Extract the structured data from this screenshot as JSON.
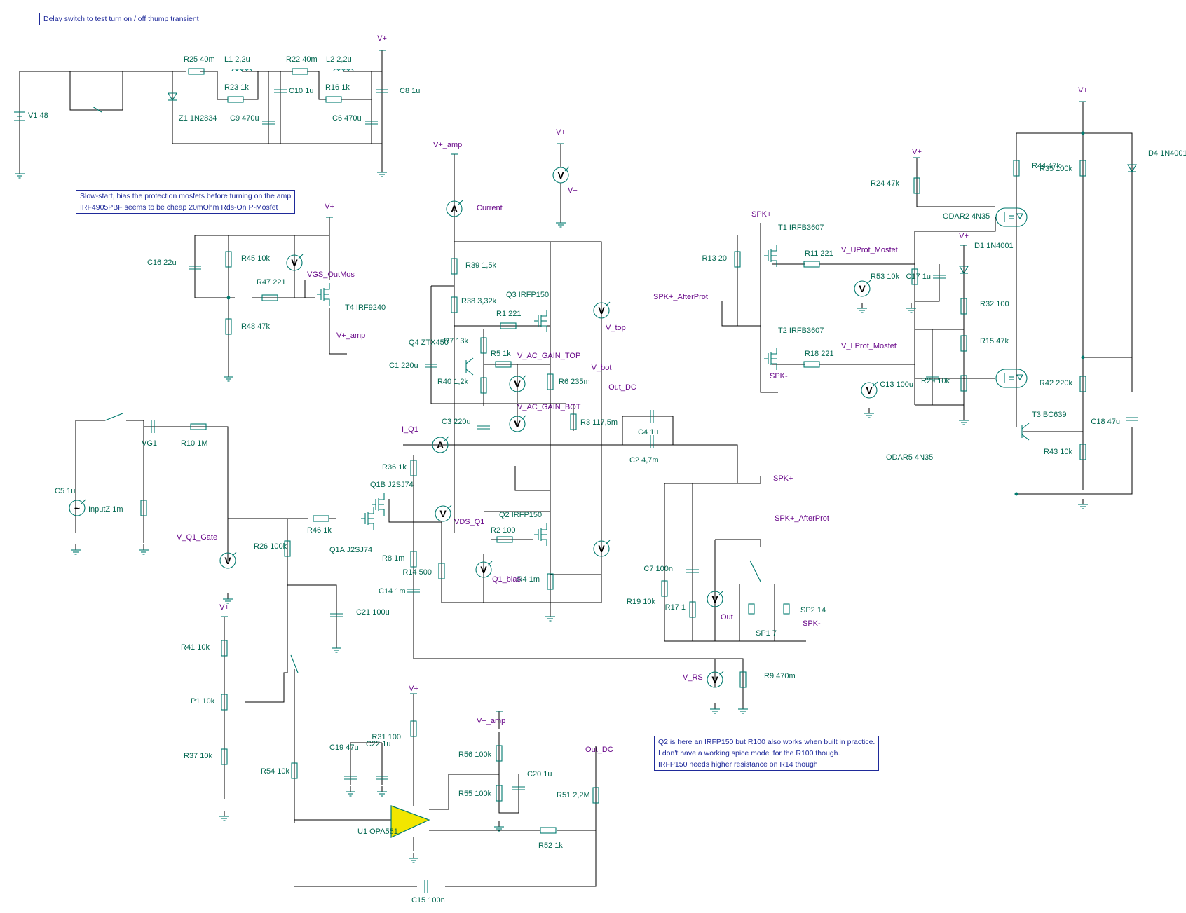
{
  "notes": {
    "delay": "Delay switch to test turn on / off thump transient",
    "slowstart": [
      "Slow-start, bias the protection mosfets before turning on the amp",
      "IRF4905PBF seems to be cheap 20mOhm Rds-On P-Mosfet"
    ],
    "q2": [
      "Q2 is here an IRFP150 but R100 also works when built in practice.",
      "I don't have a working spice model for the R100 though.",
      "IRFP150 needs higher resistance on R14 though"
    ]
  },
  "component_labels": [
    "V1 48",
    "R25 40m",
    "L1 2,2u",
    "R23 1k",
    "R22 40m",
    "L2 2,2u",
    "R16 1k",
    "C10 1u",
    "C9 470u",
    "C6 470u",
    "C8 1u",
    "Z1 1N2834",
    "C16 22u",
    "R45 10k",
    "R47 221",
    "R48 47k",
    "T4 IRF9240",
    "R39 1,5k",
    "R38 3,32k",
    "Q3 IRFP150",
    "R1 221",
    "R7 13k",
    "Q4 ZTX450",
    "R5 1k",
    "C1 220u",
    "R40 1,2k",
    "R6 235m",
    "C3 220u",
    "R3 117,5m",
    "C4 1u",
    "C2 4,7m",
    "R36 1k",
    "Q1B J2SJ74",
    "Q1A J2SJ74",
    "R46 1k",
    "Q2 IRFP150",
    "R2 100",
    "R8 1m",
    "R14 500",
    "C14 1m",
    "R4 1m",
    "C5 1u",
    "InputZ 1m",
    "VG1",
    "R10 1M",
    "R26 100k",
    "C21 100u",
    "R41 10k",
    "P1 10k",
    "R37 10k",
    "R54 10k",
    "R31 100",
    "C19 47u",
    "C22 1u",
    "U1 OPA551",
    "R56 100k",
    "C20 1u",
    "R55 100k",
    "R52 1k",
    "R51 2,2M",
    "C15 100n",
    "C7 100n",
    "R19 10k",
    "R17 1",
    "SP1 7",
    "SP2 14",
    "R9 470m",
    "R13 20",
    "T1 IRFB3607",
    "R11 221",
    "T2 IRFB3607",
    "R18 221",
    "R24 47k",
    "ODAR2 4N35",
    "D1 1N4001",
    "R53 10k",
    "C17 1u",
    "R32 100",
    "R15 47k",
    "R29 10k",
    "C13 100u",
    "R44 47k",
    "R35 100k",
    "D4 1N4001",
    "T3 BC639",
    "R42 220k",
    "C18 47u",
    "R43 10k",
    "ODAR5 4N35"
  ],
  "net_labels": [
    "V+",
    "V+_amp",
    "SPK+",
    "SPK-",
    "SPK+_AfterProt",
    "Out_DC",
    "V_UProt_Mosfet",
    "V_LProt_Mosfet",
    "VGS_OutMos",
    "Current",
    "V_top",
    "V_bot",
    "V_AC_GAIN_TOP",
    "V_AC_GAIN_BOT",
    "I_Q1",
    "VDS_Q1",
    "Q1_bias",
    "V_Q1_Gate",
    "Out",
    "V_RS"
  ],
  "meter_symbols": [
    "V",
    "A"
  ]
}
